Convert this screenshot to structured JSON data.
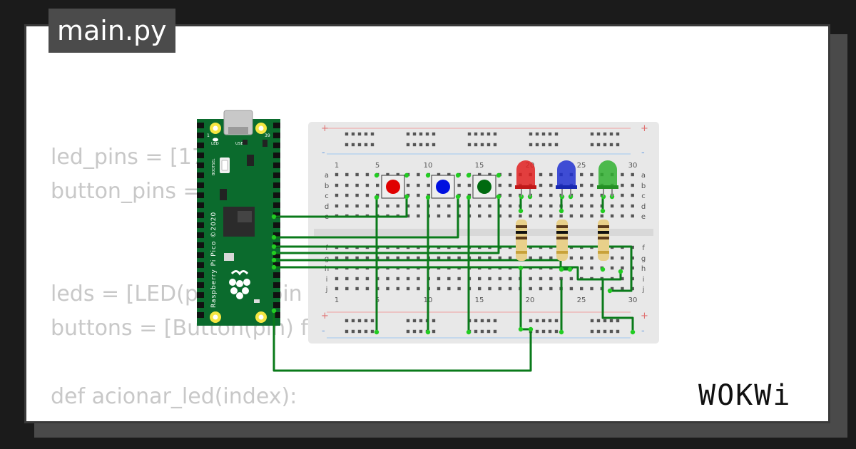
{
  "file_tab": {
    "name": "main.py"
  },
  "code": {
    "lines": [
      "led_pins = [17",
      "button_pins = [",
      "",
      "leds = [LED(pin) for pin in",
      "buttons = [Button(pin) fo",
      "",
      "def acionar_led(index):"
    ]
  },
  "pico": {
    "label_led": "LED",
    "label_usb": "USB",
    "label_bootsel": "BOOTSEL",
    "board_name": "Raspberry Pi Pico ©2020",
    "pin_top_left": "1",
    "pin_top_right": "39",
    "board_color": "#0b6b2d"
  },
  "breadboard": {
    "column_numbers": [
      "1",
      "5",
      "10",
      "15",
      "20",
      "25",
      "30"
    ],
    "row_letters_top": [
      "a",
      "b",
      "c",
      "d",
      "e"
    ],
    "row_letters_bottom": [
      "f",
      "g",
      "h",
      "i",
      "j"
    ]
  },
  "buttons": [
    {
      "color": "#e00000"
    },
    {
      "color": "#0010e0"
    },
    {
      "color": "#006a10"
    }
  ],
  "leds": [
    {
      "color": "#e02020"
    },
    {
      "color": "#2030d0"
    },
    {
      "color": "#30b030"
    }
  ],
  "wire_color": "#0a7a1a",
  "logo": {
    "text": "WOKWi"
  }
}
